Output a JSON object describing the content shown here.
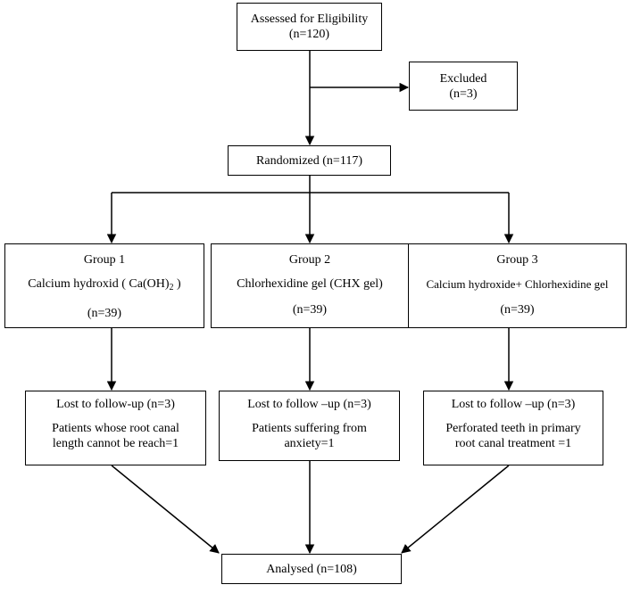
{
  "assessed": {
    "title": "Assessed for Eligibility",
    "count": "(n=120)"
  },
  "excluded": {
    "title": "Excluded",
    "count": "(n=3)"
  },
  "randomized": {
    "title": "Randomized (n=117)"
  },
  "groups": [
    {
      "name": "Group 1",
      "treatment": "Calcium hydroxid ( Ca(OH)",
      "treatment_sub": "2",
      "treatment_end": " )",
      "count": "(n=39)"
    },
    {
      "name": "Group 2",
      "treatment": "Chlorhexidine gel (CHX gel)",
      "treatment_sub": "",
      "treatment_end": "",
      "count": "(n=39)"
    },
    {
      "name": "Group 3",
      "treatment": "Calcium hydroxide+ Chlorhexidine gel",
      "treatment_sub": "",
      "treatment_end": "",
      "count": "(n=39)"
    }
  ],
  "followup": [
    {
      "lost": "Lost to follow-up (n=3)",
      "reason_1": "Patients whose root canal",
      "reason_2": "length cannot be reach=1"
    },
    {
      "lost": "Lost to follow –up (n=3)",
      "reason_1": "Patients suffering from",
      "reason_2": "anxiety=1"
    },
    {
      "lost": "Lost to follow –up (n=3)",
      "reason_1": "Perforated teeth in primary",
      "reason_2": "root canal treatment =1"
    }
  ],
  "analysed": {
    "title": "Analysed (n=108)"
  }
}
